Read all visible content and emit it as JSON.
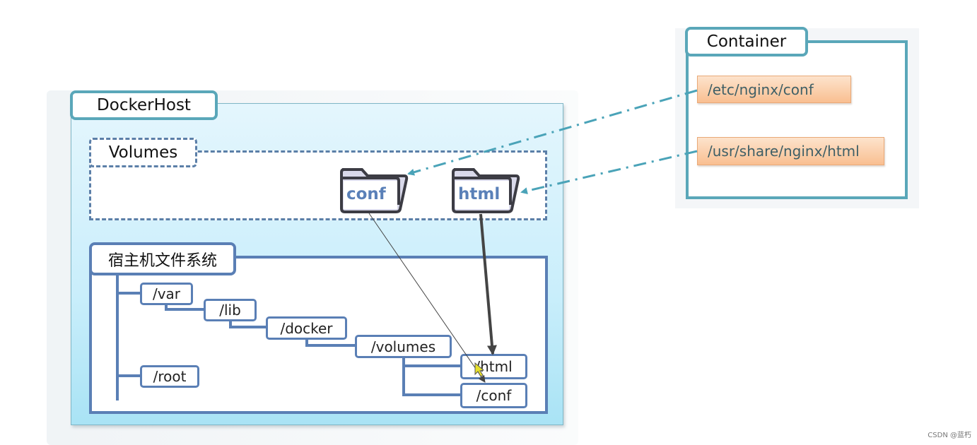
{
  "dockerhost": {
    "label": "DockerHost"
  },
  "volumes": {
    "label": "Volumes",
    "folders": [
      {
        "name": "conf"
      },
      {
        "name": "html"
      }
    ]
  },
  "host_fs": {
    "label": "宿主机文件系统",
    "nodes": {
      "var": "/var",
      "lib": "/lib",
      "docker": "/docker",
      "volumes": "/volumes",
      "html": "/html",
      "conf": "/conf",
      "root": "/root"
    }
  },
  "container": {
    "label": "Container",
    "paths": [
      "/etc/nginx/conf",
      "/usr/share/nginx/html"
    ]
  },
  "colors": {
    "link_dashdot": "#4aa3b8",
    "tree_line": "#5a7fb5",
    "orange_fill": "#f9bf91",
    "arrow_dark": "#444444"
  },
  "watermark": "CSDN @蓝朽"
}
